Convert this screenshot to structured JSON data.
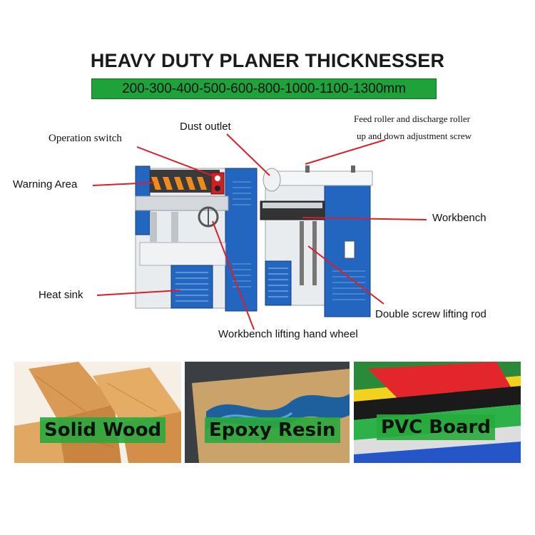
{
  "header": {
    "title": "HEAVY DUTY PLANER THICKNESSER",
    "sizes": "200-300-400-500-600-800-1000-1100-1300mm"
  },
  "callouts": {
    "operation_switch": "Operation switch",
    "dust_outlet": "Dust outlet",
    "feed_roller_line1": "Feed roller and discharge roller",
    "feed_roller_line2": "up and down adjustment screw",
    "warning_area": "Warning Area",
    "workbench": "Workbench",
    "heat_sink": "Heat sink",
    "double_screw": "Double screw lifting rod",
    "hand_wheel": "Workbench lifting hand wheel"
  },
  "materials": [
    {
      "label": "Solid Wood"
    },
    {
      "label": "Epoxy Resin"
    },
    {
      "label": "PVC Board"
    }
  ],
  "colors": {
    "banner_green": "#1fa23a",
    "machine_blue": "#1f5fb4",
    "callout_red": "#d8202a"
  }
}
